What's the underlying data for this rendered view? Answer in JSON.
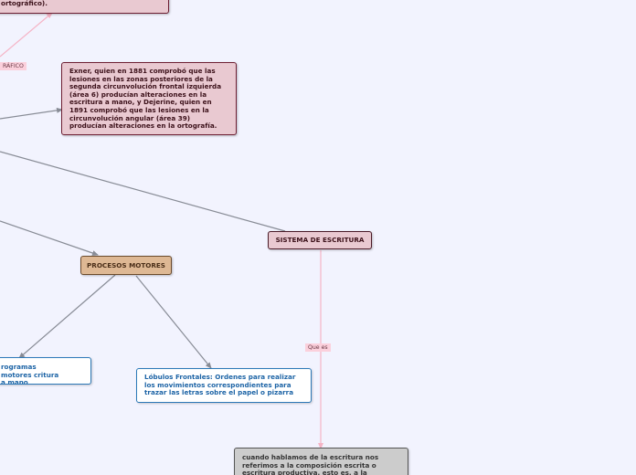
{
  "nodes": {
    "top_clipped": "ortográfico).",
    "exner": "Exner, quien en 1881 comprobó que las lesiones en las zonas posteriores de la segunda circunvolución frontal izquierda (área 6) producían alteraciones en la escritura a mano, y Dejerine, quien en 1891 comprobó que las lesiones en la circunvolución angular (área 39) producían alteraciones en la ortografía.",
    "sistema": "SISTEMA DE ESCRITURA",
    "procesos": "PROCESOS MOTORES",
    "programas": "rogramas motores critura a mano",
    "lobulos": "Lóbulos Frontales: Ordenes para realizar los movimientos correspondientes para trazar las letras sobre el papel o pizarra",
    "cuando": "cuando hablamos de la escritura nos referimos a la composición escrita o escritura productiva, esto es, a la actividad"
  },
  "edge_labels": {
    "grafico": "RÁFICO",
    "que_es": "Que es"
  },
  "colors": {
    "background": "#f2f3fe",
    "connector": "#888c96",
    "pink_connector": "#f5b4c6",
    "pink_fill": "#e9c9d1",
    "tan_fill": "#deb894",
    "blue_text": "#1d64a6",
    "gray_fill": "#cccccc"
  }
}
